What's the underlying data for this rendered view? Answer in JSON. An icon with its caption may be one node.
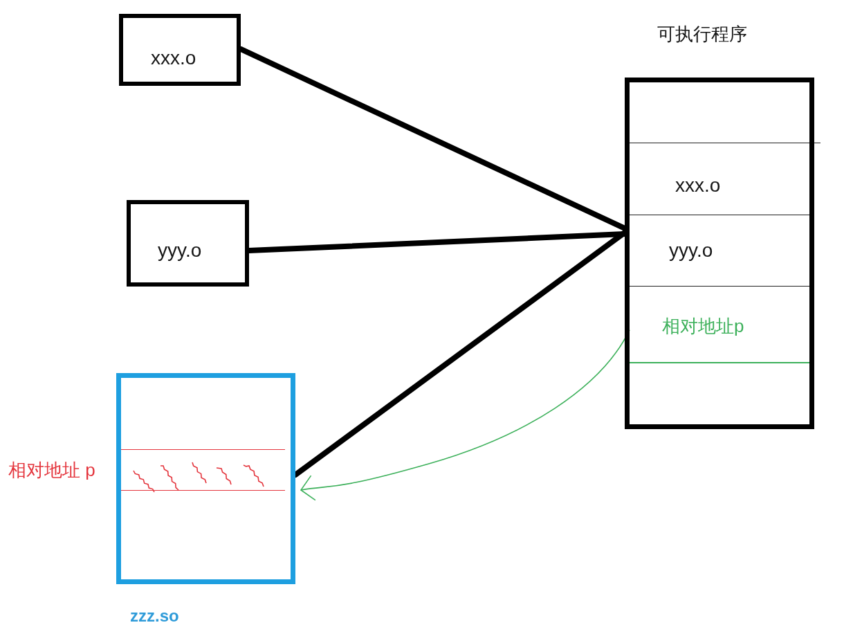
{
  "diagram": {
    "nodes": [
      {
        "text": [
          "xxx.o"
        ]
      },
      {
        "text": [
          "yyy.o"
        ]
      },
      {
        "text": [
          "zzz.so"
        ]
      },
      {
        "text": [
          "相对地址 p"
        ],
        "in": 2
      },
      {
        "text": [
          "可执行程序"
        ]
      },
      {
        "text": [],
        "shape": "box",
        "in": 4
      },
      {
        "text": [
          "xxx.o"
        ],
        "in": 4
      },
      {
        "text": [
          "yyy.o"
        ],
        "in": 4
      },
      {
        "text": [
          "相对地址p"
        ],
        "in": 4
      },
      {
        "text": [],
        "shape": "box",
        "in": 4
      }
    ],
    "edges": [
      {
        "from": 0,
        "to": 4,
        "arrow": "none"
      },
      {
        "from": 1,
        "to": 4,
        "arrow": "none"
      },
      {
        "from": 2,
        "to": 4,
        "arrow": "none"
      },
      {
        "from": 8,
        "to": 2,
        "arrow": "to",
        "color": "#3cb05a"
      }
    ]
  }
}
